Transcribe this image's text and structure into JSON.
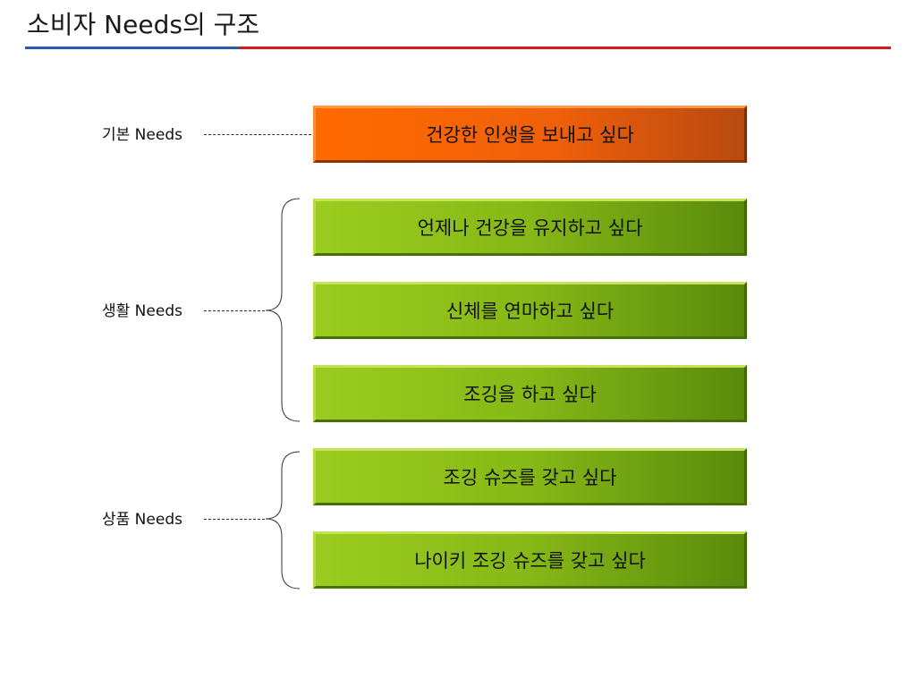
{
  "title": "소비자 Needs의 구조",
  "levels": [
    {
      "label": "기본 Needs",
      "items": [
        "건강한 인생을 보내고 싶다"
      ]
    },
    {
      "label": "생활 Needs",
      "items": [
        "언제나 건강을 유지하고 싶다",
        "신체를 연마하고 싶다",
        "조깅을 하고 싶다"
      ]
    },
    {
      "label": "상품 Needs",
      "items": [
        "조깅 슈즈를 갖고 싶다",
        "나이키 조깅 슈즈를 갖고 싶다"
      ]
    }
  ],
  "colors": {
    "basic": "#f0600a",
    "life": "#86b817",
    "product": "#86b817",
    "rule_blue": "#2a5aa8",
    "rule_red": "#d11a1a"
  }
}
